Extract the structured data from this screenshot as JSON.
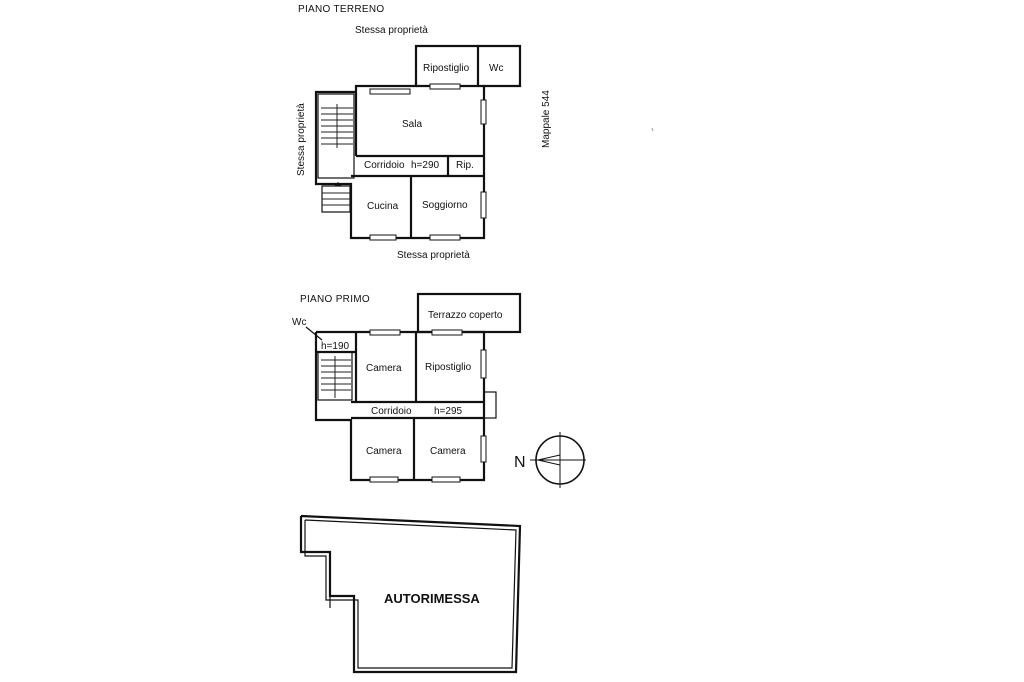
{
  "ground_floor": {
    "title": "PIANO TERRENO",
    "boundary_top": "Stessa proprietà",
    "boundary_left": "Stessa proprietà",
    "boundary_bottom": "Stessa proprietà",
    "boundary_right": "Mappale 544",
    "rooms": {
      "storage": "Ripostiglio",
      "wc": "Wc",
      "hall": "Sala",
      "corridor": "Corridoio",
      "corridor_height": "h=290",
      "closet": "Rip.",
      "kitchen": "Cucina",
      "living": "Soggiorno"
    }
  },
  "first_floor": {
    "title": "PIANO PRIMO",
    "rooms": {
      "terrace": "Terrazzo coperto",
      "wc": "Wc",
      "wc_height": "h=190",
      "bedroom_top": "Camera",
      "storage": "Ripostiglio",
      "corridor": "Corridoio",
      "corridor_height": "h=295",
      "bedroom_left": "Camera",
      "bedroom_right": "Camera"
    }
  },
  "compass": {
    "label": "N"
  },
  "garage": {
    "label": "AUTORIMESSA"
  }
}
